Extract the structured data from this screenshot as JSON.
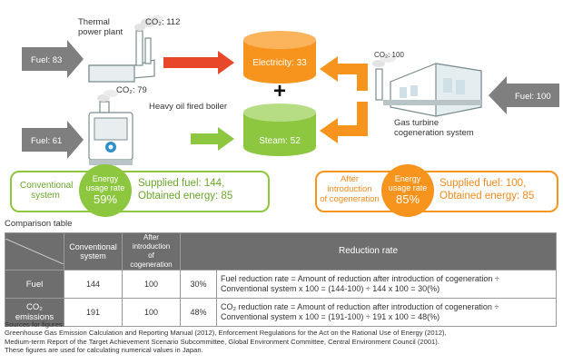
{
  "diagram": {
    "thermal_plant": {
      "label_line1": "Thermal",
      "label_line2": "power plant",
      "co2": "CO₂: 112",
      "fuel": "Fuel: 83"
    },
    "boiler": {
      "label": "Heavy oil fired boiler",
      "co2": "CO₂: 79",
      "fuel": "Fuel: 61"
    },
    "electricity": "Electricity: 33",
    "steam": "Steam: 52",
    "plus": "+",
    "gas_turbine": {
      "label_line1": "Gas turbine",
      "label_line2": "cogeneration system",
      "co2": "CO₂: 100",
      "fuel": "Fuel: 100"
    },
    "conventional": {
      "title_line1": "Conventional",
      "title_line2": "system",
      "rate_line1": "Energy",
      "rate_line2": "usage rate",
      "rate_value": "59%",
      "supplied": "Supplied fuel: 144,",
      "obtained": "Obtained energy: 85"
    },
    "cogeneration": {
      "title_line1": "After",
      "title_line2": "introduction",
      "title_line3": "of cogeneration",
      "rate_line1": "Energy",
      "rate_line2": "usage rate",
      "rate_value": "85%",
      "supplied": "Supplied fuel: 100,",
      "obtained": "Obtained energy: 85"
    },
    "colors": {
      "green": "#8dc63f",
      "orange": "#f7941d",
      "gray_arrow": "#7f7f7f"
    }
  },
  "table": {
    "caption": "Comparison table",
    "headers": {
      "conventional": "Conventional system",
      "after_line1": "After introduction",
      "after_line2": "of cogeneration",
      "reduction": "Reduction rate"
    },
    "rows": [
      {
        "label": "Fuel",
        "conventional": "144",
        "after": "100",
        "rate": "30%",
        "desc_line1": "Fuel reduction rate = Amount of reduction after introduction of cogeneration ÷",
        "desc_line2": "Conventional system x 100 = (144-100) ÷ 144 x 100 = 30(%)"
      },
      {
        "label_line1": "CO₂",
        "label_line2": "emissions",
        "conventional": "191",
        "after": "100",
        "rate": "48%",
        "desc_line1": "CO₂ reduction rate = Amount of reduction after introduction of cogeneration ÷",
        "desc_line2": "Conventional system x 100 = (191-100) ÷ 191 x 100 = 48(%)"
      }
    ]
  },
  "sources": {
    "line1": "Sources for figures:",
    "line2": "Greenhouse Gas Emission Calculation and Reporting Manual (2012), Enforcement Regulations for the Act on the Rational Use of Energy (2012),",
    "line3": "Medium-term Report of the Target Achievement Scenario Subcommittee, Global Environment Committee, Central Environment Council (2001).",
    "line4": "These figures are used for calculating numerical values in Japan."
  }
}
